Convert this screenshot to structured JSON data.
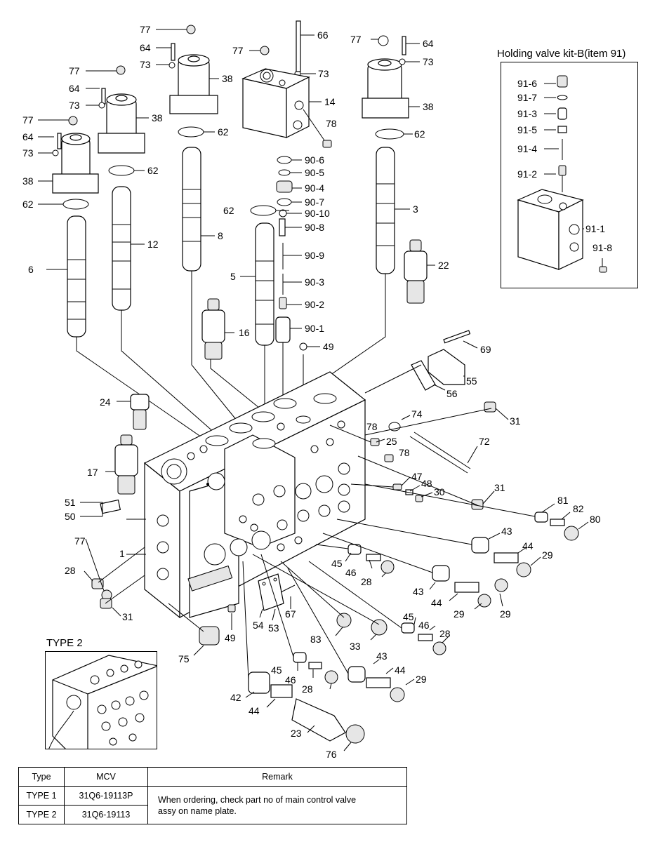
{
  "kit_title": "Holding valve kit-B(item 91)",
  "type2_title": "TYPE 2",
  "table": {
    "headers": [
      "Type",
      "MCV",
      "Remark"
    ],
    "rows": [
      {
        "type": "TYPE 1",
        "mcv": "31Q6-19113P"
      },
      {
        "type": "TYPE 2",
        "mcv": "31Q6-19113"
      }
    ],
    "remark_line1": "When ordering, check part no of main control valve",
    "remark_line2": "assy on name plate."
  },
  "part_labels": [
    "77",
    "64",
    "73",
    "38",
    "62",
    "6",
    "12",
    "8",
    "66",
    "14",
    "78",
    "90-6",
    "90-5",
    "90-4",
    "90-7",
    "90-10",
    "90-8",
    "90-9",
    "90-3",
    "90-2",
    "90-1",
    "5",
    "16",
    "49",
    "3",
    "22",
    "69",
    "55",
    "56",
    "24",
    "74",
    "31",
    "72",
    "25",
    "17",
    "47",
    "48",
    "30",
    "51",
    "50",
    "81",
    "82",
    "80",
    "43",
    "44",
    "29",
    "45",
    "46",
    "28",
    "1",
    "33",
    "83",
    "67",
    "54",
    "53",
    "75",
    "42",
    "23",
    "76",
    "91-6",
    "91-7",
    "91-3",
    "91-5",
    "91-4",
    "91-2",
    "91-1",
    "91-8"
  ]
}
